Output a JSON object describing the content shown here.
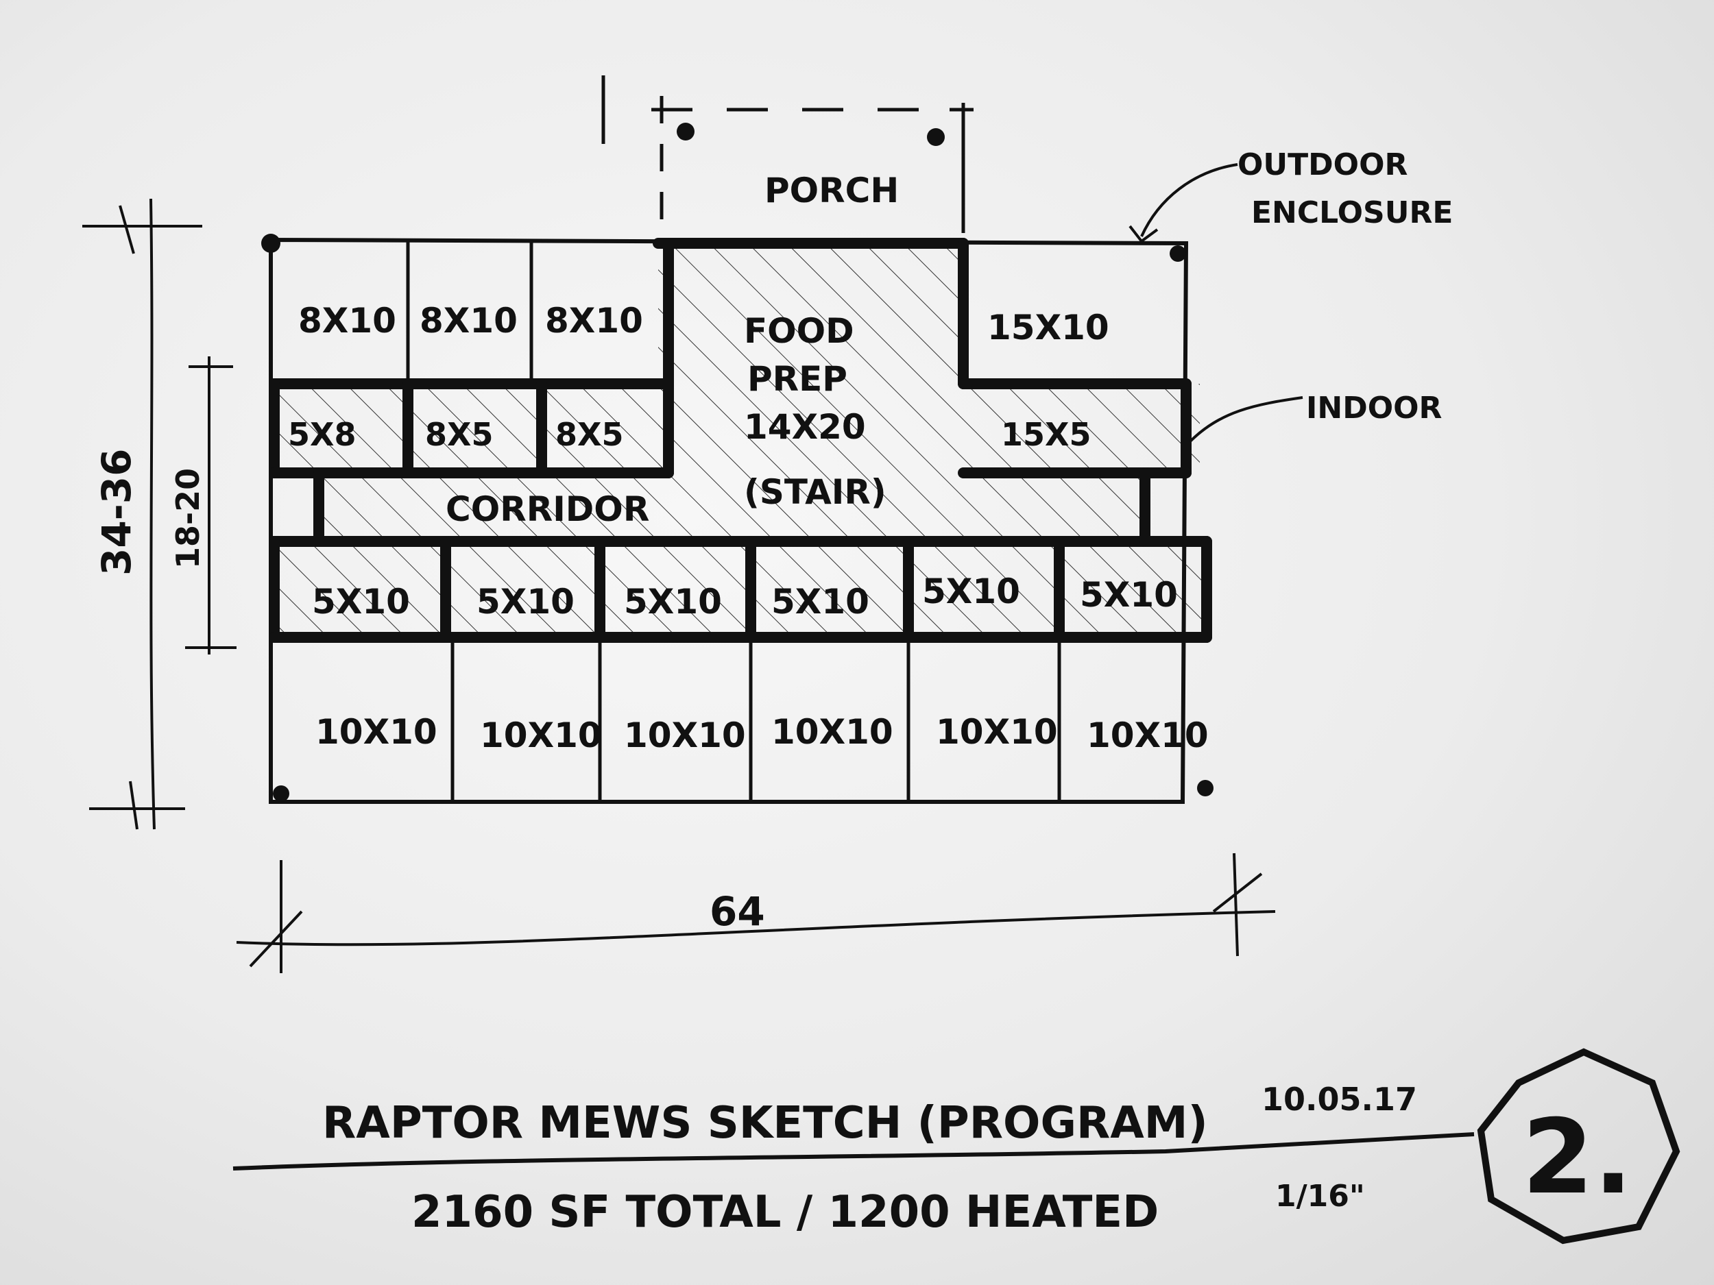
{
  "sketch": {
    "porch_label": "PORCH",
    "outdoor_enclosure_label": "OUTDOOR ENCLOSURE",
    "indoor_label": "INDOOR",
    "food_prep": {
      "name": "FOOD",
      "name2": "PREP",
      "size": "14X20",
      "note": "(STAIR)"
    },
    "corridor_label": "CORRIDOR",
    "top_outdoor_rooms": [
      "8X10",
      "8X10",
      "8X10"
    ],
    "right_outdoor_room": "15X10",
    "indoor_small_rooms": [
      "5X8",
      "8X5",
      "8X5"
    ],
    "right_indoor_room": "15X5",
    "indoor_row_rooms": [
      "5X10",
      "5X10",
      "5X10",
      "5X10",
      "5X10",
      "5X10"
    ],
    "outdoor_row_rooms": [
      "10X10",
      "10X10",
      "10X10",
      "10X10",
      "10X10",
      "10X10"
    ],
    "dim_total_depth": "34-36",
    "dim_inner_depth": "18-20",
    "dim_width": "64"
  },
  "title_block": {
    "title": "RAPTOR MEWS SKETCH (PROGRAM)",
    "date": "10.05.17",
    "area": "2160 SF TOTAL / 1200 HEATED",
    "scale": "1/16\"",
    "sheet_number": "2."
  }
}
